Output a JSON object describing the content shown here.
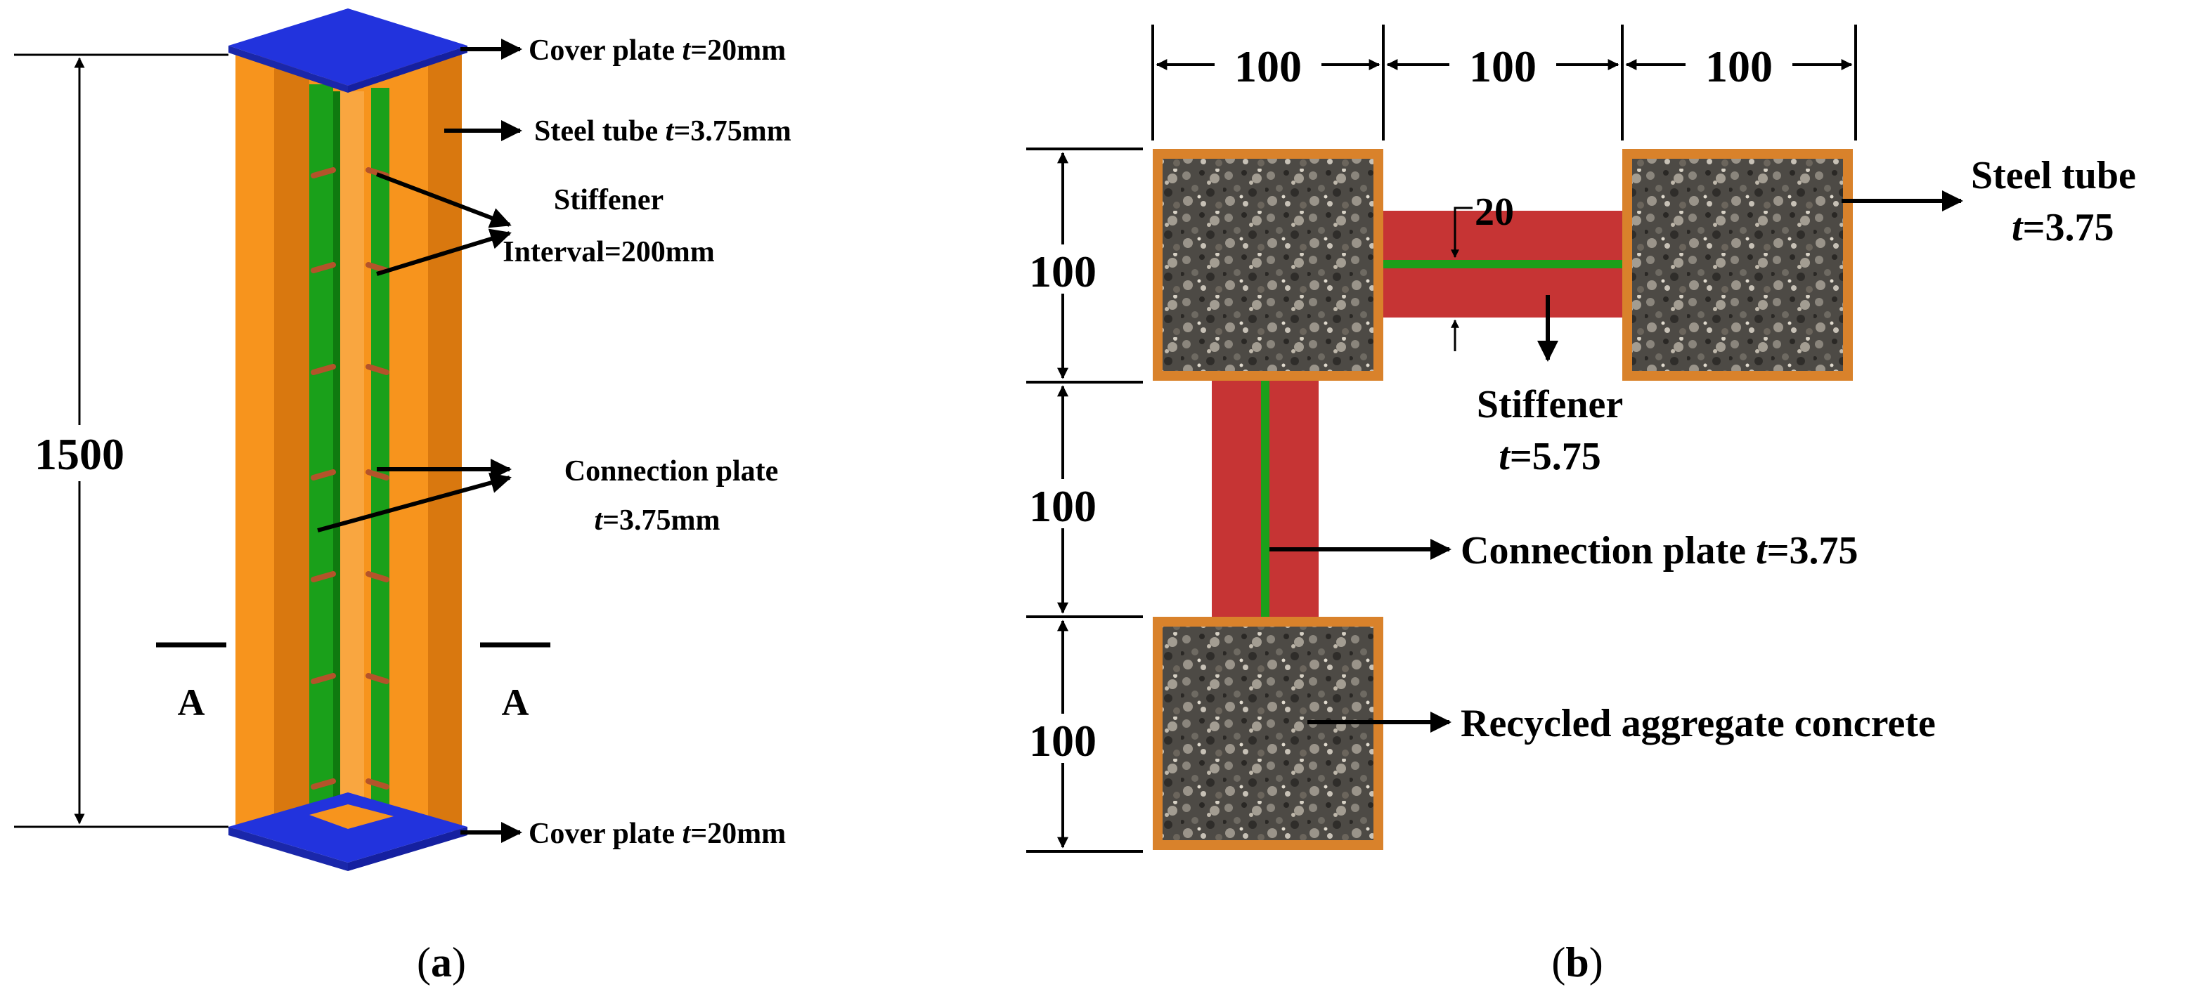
{
  "panel_a": {
    "cover_plate_top": {
      "prefix": "Cover plate ",
      "t": "t",
      "suffix": "=20mm"
    },
    "steel_tube": {
      "prefix": "Steel tube ",
      "t": "t",
      "suffix": "=3.75mm"
    },
    "stiffener_line1": "Stiffener",
    "stiffener_line2": "Interval=200mm",
    "connection_plate_line1": "Connection plate",
    "connection_plate_line2": {
      "t": "t",
      "suffix": "=3.75mm"
    },
    "height": "1500",
    "section_left": "A",
    "section_right": "A",
    "cover_plate_bottom": {
      "prefix": "Cover plate ",
      "t": "t",
      "suffix": "=20mm"
    },
    "caption": {
      "open": "(",
      "letter": "a",
      "close": ")"
    }
  },
  "panel_b": {
    "dims_top": [
      "100",
      "100",
      "100"
    ],
    "dims_left": [
      "100",
      "100",
      "100"
    ],
    "gap_dim": "20",
    "steel_tube_line1": "Steel tube",
    "steel_tube_line2": {
      "t": "t",
      "suffix": "=3.75"
    },
    "stiffener_line1": "Stiffener",
    "stiffener_line2": {
      "t": "t",
      "suffix": "=5.75"
    },
    "connection_plate": {
      "prefix": "Connection plate ",
      "t": "t",
      "suffix": "=3.75"
    },
    "concrete": "Recycled aggregate concrete",
    "caption": {
      "open": "(",
      "letter": "b",
      "close": ")"
    }
  },
  "colors": {
    "steel_tube": "#f7941d",
    "steel_tube_dark": "#d9780f",
    "cover_plate": "#2233dd",
    "connection_plate": "#1aa01a",
    "stiffener": "#b4532a",
    "plate_red": "#c63434",
    "tube_border": "#d9822b",
    "concrete": "#5a5650"
  }
}
